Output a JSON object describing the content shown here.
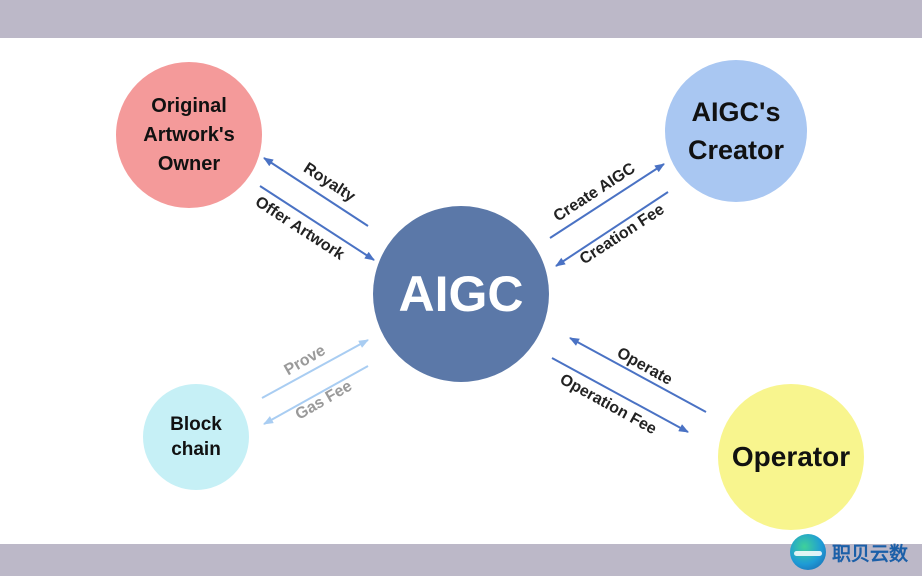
{
  "center": {
    "label": "AIGC",
    "color": "#5b78a8"
  },
  "nodes": {
    "owner": {
      "lines": [
        "Original",
        "Artwork's",
        "Owner"
      ],
      "color": "#f49a9a"
    },
    "creator": {
      "lines": [
        "AIGC's",
        "Creator"
      ],
      "color": "#a9c7f2"
    },
    "blockchain": {
      "lines": [
        "Block",
        "chain"
      ],
      "color": "#c6f0f6"
    },
    "operator": {
      "lines": [
        "Operator"
      ],
      "color": "#f8f58e"
    }
  },
  "edges": {
    "royalty": "Royalty",
    "offer_artwork": "Offer Artwork",
    "create_aigc": "Create AIGC",
    "creation_fee": "Creation Fee",
    "prove": "Prove",
    "gas_fee": "Gas Fee",
    "operate": "Operate",
    "operation_fee": "Operation Fee"
  },
  "colors": {
    "arrow": "#4a72c4",
    "arrow_light": "#a9cdf2",
    "band": "#bcb8c8",
    "brand": "#1b5fa8"
  },
  "brand": {
    "text": "职贝云数",
    "icon": "brand-logo-icon"
  }
}
